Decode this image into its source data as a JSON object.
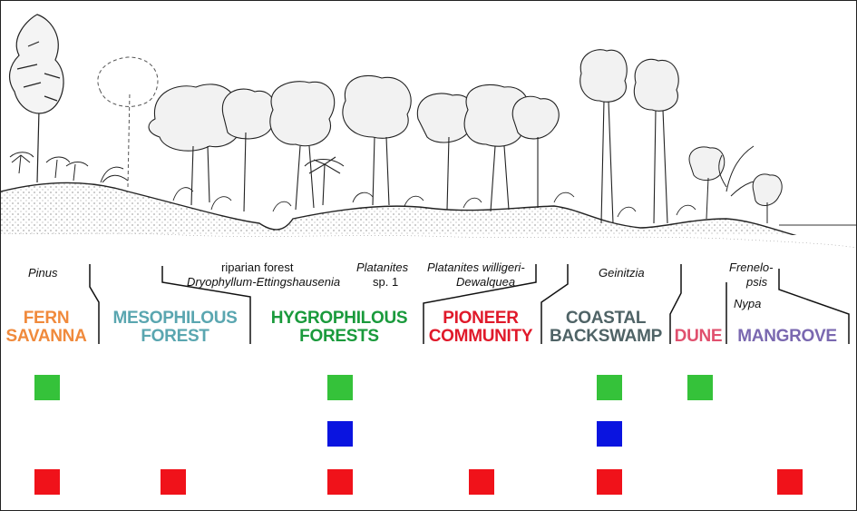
{
  "labels": {
    "pinus": "Pinus",
    "riparian": "riparian forest",
    "dryophyllum": "Dryophyllum-Ettingshausenia",
    "platanites1a": "Platanites",
    "platanites1b": "sp. 1",
    "willigeri": "Platanites willigeri-",
    "dewalquea": "Dewalquea",
    "geinitzia": "Geinitzia",
    "frenelo1": "Frenelo-",
    "frenelo2": "psis",
    "nypa": "Nypa"
  },
  "zones": [
    {
      "line1": "FERN",
      "line2": "SAVANNA",
      "color": "#f08a3c"
    },
    {
      "line1": "MESOPHILOUS",
      "line2": "FOREST",
      "color": "#5aa6b0"
    },
    {
      "line1": "HYGROPHILOUS",
      "line2": "FORESTS",
      "color": "#1a9a3c"
    },
    {
      "line1": "PIONEER",
      "line2": "COMMUNITY",
      "color": "#e0192a"
    },
    {
      "line1": "COASTAL",
      "line2": "BACKSWAMP",
      "color": "#4f6366"
    },
    {
      "line1": "DUNE",
      "line2": "",
      "color": "#e0506e"
    },
    {
      "line1": "MANGROVE",
      "line2": "",
      "color": "#7a68b0"
    }
  ],
  "markers": {
    "green": {
      "color": "#35c23a",
      "zones": [
        0,
        2,
        4,
        5
      ]
    },
    "blue": {
      "color": "#0a14e0",
      "zones": [
        2,
        4
      ]
    },
    "red": {
      "color": "#f0121a",
      "zones": [
        0,
        1,
        2,
        3,
        4,
        6
      ]
    }
  }
}
